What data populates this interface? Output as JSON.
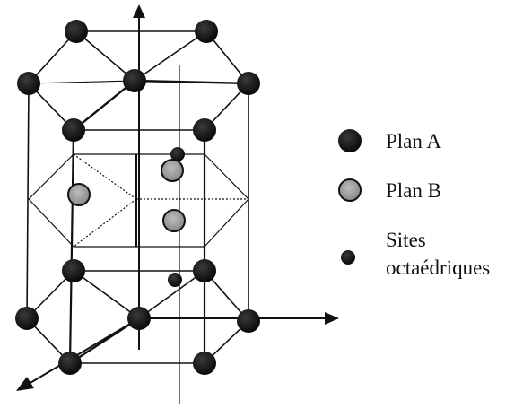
{
  "figure": {
    "subject": "hexagonal close-packed structure with octahedral sites",
    "colors": {
      "plan_a_atom": "#1a1a1a",
      "plan_b_atom": "#9a9a9a",
      "octahedral_site": "#1a1a1a",
      "lines": "#1a1a1a"
    }
  },
  "legend": {
    "items": [
      {
        "label": "Plan A",
        "marker": "black-sphere"
      },
      {
        "label": "Plan B",
        "marker": "grey-sphere"
      },
      {
        "label_line1": "Sites",
        "label_line2": "octaédriques",
        "marker": "small-black-dot"
      }
    ]
  }
}
